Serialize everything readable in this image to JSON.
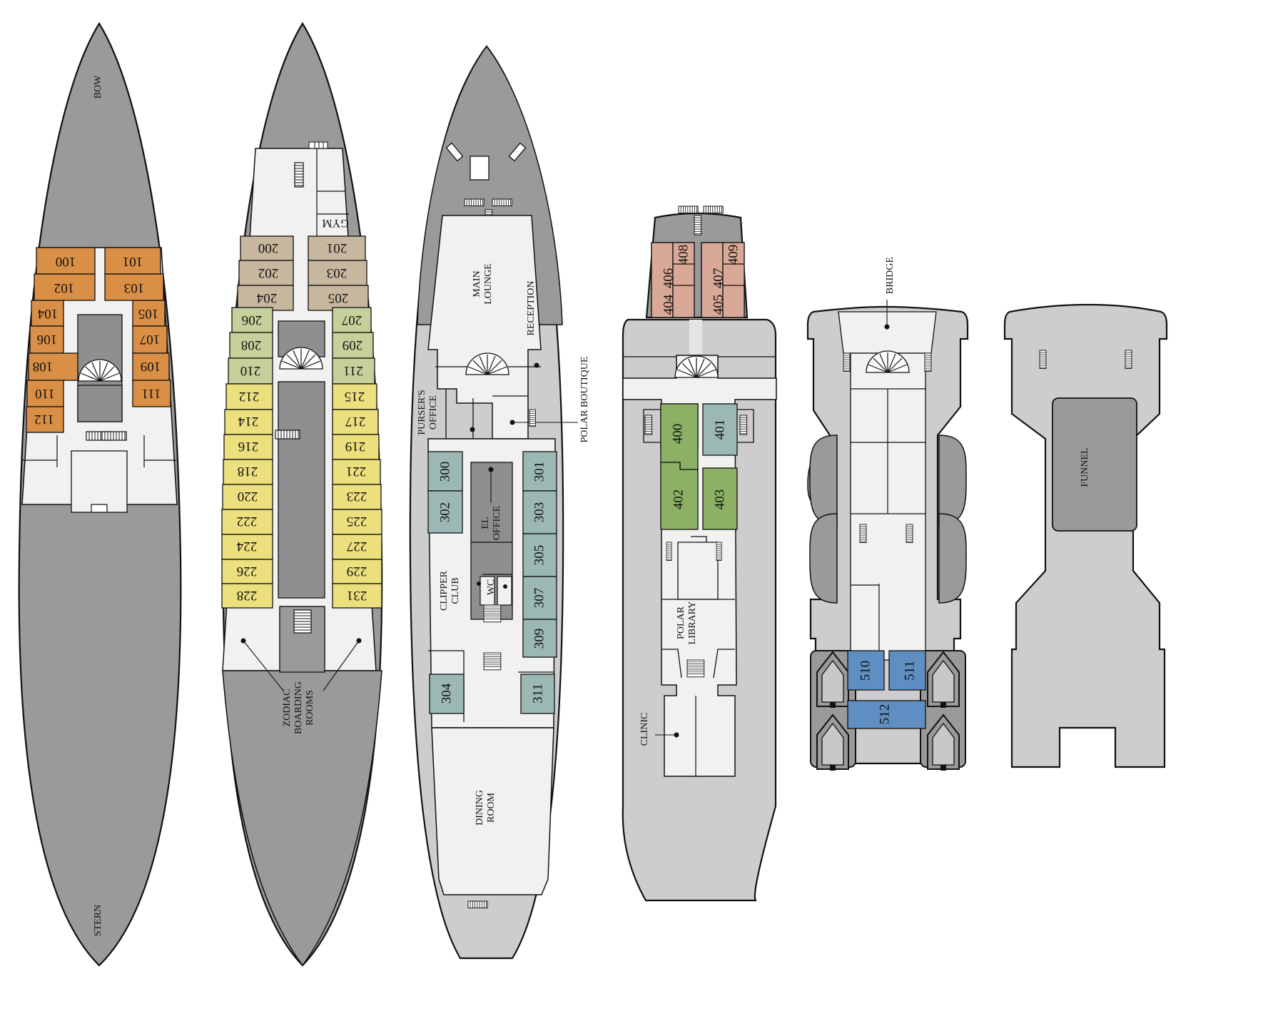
{
  "colors": {
    "hull_dark": "#9a9a9a",
    "hull_light": "#cdcdcd",
    "floor": "#f1f1f1",
    "core": "#8f8f8f",
    "deck1_cabin": "#d98f45",
    "deck2_cabin_tan": "#c8b79f",
    "deck2_cabin_green": "#c6d09a",
    "deck2_cabin_yellow": "#ecdf7e",
    "deck3_cabin": "#9cb8b4",
    "deck4_cabin_pink": "#d9a896",
    "deck4_cabin_green": "#8cb064",
    "deck5_cabin": "#5f8fc2",
    "outline": "#111111"
  },
  "deck1": {
    "bow": "BOW",
    "stern": "STERN",
    "cabins": [
      "100",
      "101",
      "102",
      "103",
      "104",
      "105",
      "106",
      "107",
      "108",
      "109",
      "110",
      "111",
      "112"
    ]
  },
  "deck2": {
    "gym": "GYM",
    "zodiac": [
      "ZODIAC",
      "BOARDING",
      "ROOMS"
    ],
    "cabins": [
      "200",
      "201",
      "202",
      "203",
      "204",
      "205",
      "206",
      "207",
      "208",
      "209",
      "210",
      "211",
      "212",
      "215",
      "214",
      "217",
      "216",
      "219",
      "218",
      "221",
      "220",
      "223",
      "222",
      "225",
      "224",
      "227",
      "226",
      "229",
      "228",
      "231"
    ]
  },
  "deck3": {
    "main_lounge": [
      "MAIN",
      "LOUNGE"
    ],
    "reception": "RECEPTION",
    "pursers_office": [
      "PURSER'S",
      "OFFICE"
    ],
    "polar_boutique": "POLAR BOUTIQUE",
    "el_office": [
      "EL",
      "OFFICE"
    ],
    "wc": "WC",
    "clipper_club": [
      "CLIPPER",
      "CLUB"
    ],
    "dining_room": [
      "DINING",
      "ROOM"
    ],
    "cabins": [
      "300",
      "301",
      "302",
      "303",
      "305",
      "307",
      "309",
      "304",
      "311"
    ]
  },
  "deck4": {
    "polar_library": [
      "POLAR",
      "LIBRARY"
    ],
    "clinic": "CLINIC",
    "cabins": [
      "404",
      "406",
      "408",
      "405",
      "407",
      "409",
      "400",
      "401",
      "402",
      "403"
    ]
  },
  "deck5": {
    "bridge": "BRIDGE",
    "cabins": [
      "510",
      "511",
      "512"
    ]
  },
  "deck6": {
    "funnel": "FUNNEL"
  }
}
